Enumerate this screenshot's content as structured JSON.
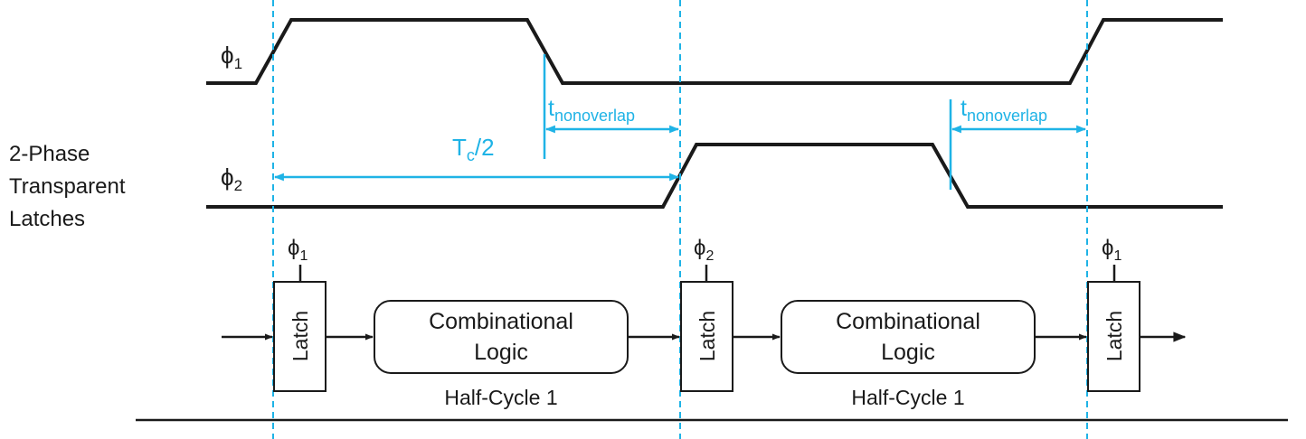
{
  "colors": {
    "wave": "#1a1a1a",
    "annotation": "#1fb3e6"
  },
  "caption": [
    "2-Phase",
    "Transparent",
    "Latches"
  ],
  "signals": {
    "phi1": {
      "sym": "ϕ",
      "sub": "1"
    },
    "phi2": {
      "sym": "ϕ",
      "sub": "2"
    }
  },
  "annotations": {
    "tc_main": "T",
    "tc_sub": "c",
    "tc_tail": "/2",
    "tnon_main": "t",
    "tnon_sub": "nonoverlap"
  },
  "latches": [
    {
      "label": "Latch",
      "clock_sym": "ϕ",
      "clock_sub": "1"
    },
    {
      "label": "Latch",
      "clock_sym": "ϕ",
      "clock_sub": "2"
    },
    {
      "label": "Latch",
      "clock_sym": "ϕ",
      "clock_sub": "1"
    }
  ],
  "logic_blocks": [
    {
      "line1": "Combinational",
      "line2": "Logic",
      "caption": "Half-Cycle 1"
    },
    {
      "line1": "Combinational",
      "line2": "Logic",
      "caption": "Half-Cycle 1"
    }
  ]
}
